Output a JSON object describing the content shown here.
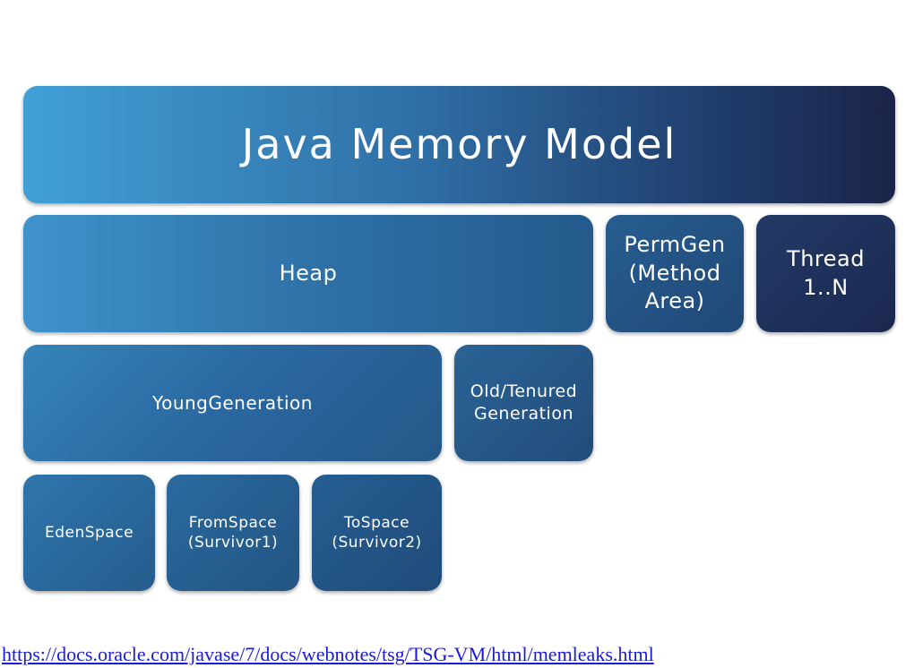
{
  "diagram": {
    "title": "Java Memory Model",
    "heap": "Heap",
    "permgen": "PermGen\n(Method\nArea)",
    "thread": "Thread\n1..N",
    "young_generation": "YoungGeneration",
    "old_generation": "Old/Tenured\nGeneration",
    "eden_space": "EdenSpace",
    "from_space": "FromSpace\n(Survivor1)",
    "to_space": "ToSpace\n(Survivor2)"
  },
  "source_link": "https://docs.oracle.com/javase/7/docs/webnotes/tsg/TSG-VM/html/memleaks.html",
  "colors": {
    "gradient_light": "#41a0d6",
    "gradient_dark": "#1b2448",
    "link": "#1a1adb"
  }
}
